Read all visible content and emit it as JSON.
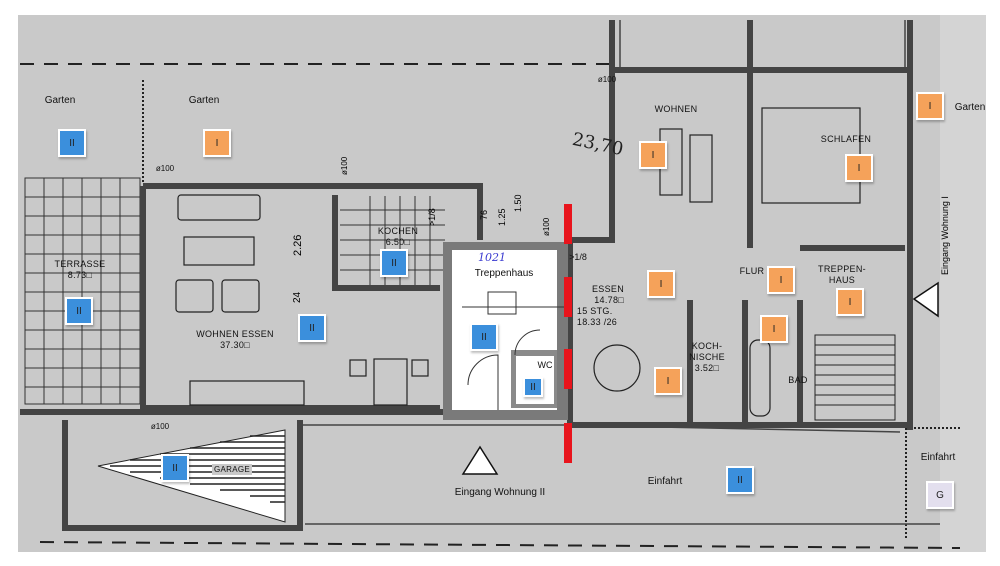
{
  "labels": {
    "garten_1": "Garten",
    "garten_2": "Garten",
    "garten_3": "Garten",
    "wohnen": "WOHNEN",
    "schlafen": "SCHLAFEN",
    "kochen": "KOCHEN",
    "kochen_area": "6.50□",
    "terrasse": "TERRASSE",
    "terrasse_area": "8.73□",
    "wohnen_essen": "WOHNEN  ESSEN",
    "wohnen_essen_area": "37.30□",
    "treppenhaus": "Treppenhaus",
    "wc": "WC",
    "essen": "ESSEN",
    "essen_area": "14.78□",
    "stairs": "15 STG.",
    "stairs_dim": "18.33 /26",
    "kochnische": "KOCH-",
    "kochnische_2": "NISCHE",
    "kochnische_area": "3.52□",
    "bad": "BAD",
    "flur": "FLUR",
    "treppen_haus_1": "TREPPEN-",
    "treppen_haus_2": "HAUS",
    "garage": "GARAGE",
    "eingang_2": "Eingang Wohnung II",
    "eingang_1": "Eingang Wohnung I",
    "einfahrt_1": "Einfahrt",
    "einfahrt_2": "Einfahrt"
  },
  "dimensions": {
    "d226": "2.26",
    "d24": "24",
    "d76": "76",
    "d125": "1.25",
    "d150": "1.50",
    "phi_a": "ø100",
    "phi_b": "ø100",
    "phi_c": "ø100",
    "phi_d": "ø100",
    "phi_e": "ø100",
    "slope_a": ">1/8",
    "slope_b": ">1/8"
  },
  "handwritten": {
    "area_note": "23,70",
    "blue_note": "1021"
  },
  "badges": [
    {
      "text": "II",
      "unit": "II"
    },
    {
      "text": "II",
      "unit": "II"
    },
    {
      "text": "II",
      "unit": "II"
    },
    {
      "text": "II",
      "unit": "II"
    },
    {
      "text": "II",
      "unit": "II"
    },
    {
      "text": "II",
      "unit": "II"
    },
    {
      "text": "II",
      "unit": "II"
    },
    {
      "text": "II",
      "unit": "II"
    },
    {
      "text": "I",
      "unit": "I"
    },
    {
      "text": "I",
      "unit": "I"
    },
    {
      "text": "I",
      "unit": "I"
    },
    {
      "text": "I",
      "unit": "I"
    },
    {
      "text": "I",
      "unit": "I"
    },
    {
      "text": "I",
      "unit": "I"
    },
    {
      "text": "I",
      "unit": "I"
    },
    {
      "text": "I",
      "unit": "I"
    },
    {
      "text": "I",
      "unit": "I"
    },
    {
      "text": "G",
      "unit": "G"
    }
  ],
  "colors": {
    "unit_II": "#3b8fdc",
    "unit_I": "#f5a25a",
    "shared_G": "#e3dfee",
    "boundary": "#e8141c"
  }
}
